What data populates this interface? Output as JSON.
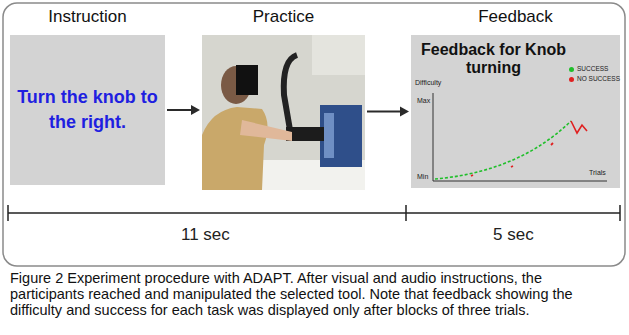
{
  "diagram": {
    "caption": "Figure 2 Experiment procedure with ADAPT. After visual and audio instructions, the participants reached and manipulated the selected tool. Note that feedback showing the difficulty and success for each task was displayed only after blocks of three trials.",
    "nodes": [
      {
        "text": [
          "Instruction",
          "Turn the knob to the right."
        ]
      },
      {
        "text": [
          "Practice"
        ]
      },
      {
        "text": [
          "Feedback",
          "Feedback for Knob turning"
        ]
      }
    ],
    "edges": [
      {
        "from": 0,
        "to": 1,
        "arrow": "to"
      },
      {
        "from": 1,
        "to": 2,
        "arrow": "to"
      }
    ],
    "labels": [
      "Difficulty",
      "Max",
      "Min",
      "Trials",
      "11 sec",
      "5 sec"
    ],
    "legend": [
      {
        "text": "SUCCESS",
        "color": "#1fbf2a"
      },
      {
        "text": "NO SUCCESS",
        "color": "#e02020"
      }
    ]
  }
}
